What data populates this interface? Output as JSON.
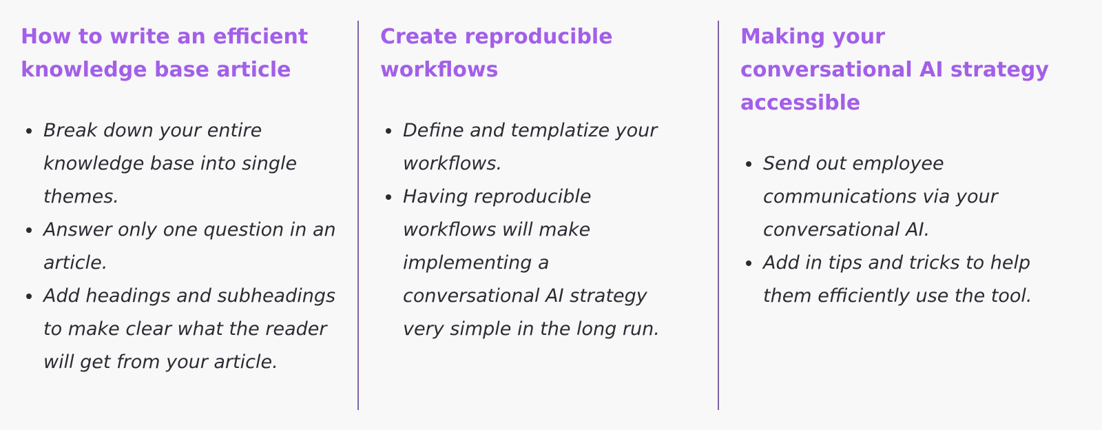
{
  "columns": [
    {
      "title": "How to write an efficient knowledge base article",
      "items": [
        "Break down your entire knowledge base into single themes.",
        "Answer only one question in an article.",
        "Add headings and subheadings to make clear what the reader will get from your article."
      ]
    },
    {
      "title": "Create reproducible workflows",
      "items": [
        "Define and templatize your workflows.",
        "Having reproducible workflows will make implementing a conversational AI strategy very simple in the long run."
      ]
    },
    {
      "title": "Making your conversational AI strategy accessible",
      "items": [
        "Send out employee communications via your conversational AI.",
        "Add in tips and tricks to help them efficiently use the tool."
      ]
    }
  ],
  "colors": {
    "heading": "#a35fe8",
    "text": "#2b2b33",
    "divider": "#7b63a8",
    "background": "#f8f8f8"
  }
}
